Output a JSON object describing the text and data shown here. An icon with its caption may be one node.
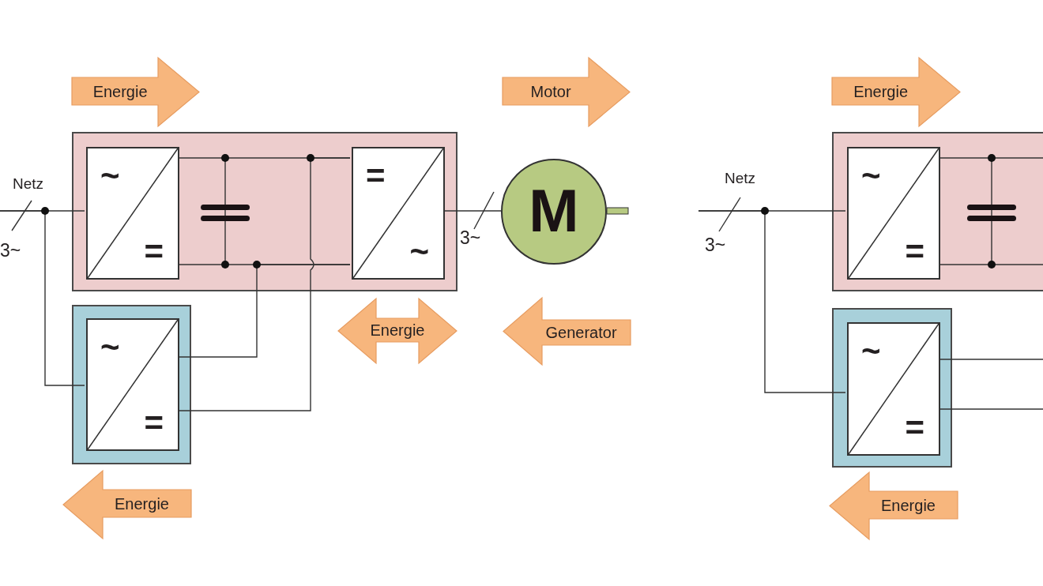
{
  "diagram": {
    "nodes": [
      {
        "text": [],
        "shape": "box"
      },
      {
        "text": [
          "~",
          "="
        ],
        "in": 0
      },
      {
        "text": [
          "=",
          "~"
        ],
        "in": 0
      },
      {
        "text": [
          "M"
        ]
      },
      {
        "text": [],
        "shape": "box"
      },
      {
        "text": [
          "~",
          "="
        ],
        "in": 4
      },
      {
        "text": [
          "Energie"
        ]
      },
      {
        "text": [
          "Motor"
        ]
      },
      {
        "text": [
          "Energie"
        ]
      },
      {
        "text": [
          "Generator"
        ]
      },
      {
        "text": [
          "Energie"
        ]
      },
      {
        "text": [],
        "shape": "box"
      },
      {
        "text": [
          "~",
          "="
        ],
        "in": 11
      },
      {
        "text": [],
        "shape": "box"
      },
      {
        "text": [
          "~",
          "="
        ],
        "in": 13
      },
      {
        "text": [
          "Energie"
        ]
      },
      {
        "text": [
          "Energie"
        ]
      }
    ],
    "edges": [
      {
        "from": null,
        "to": 1,
        "arrow": "none"
      },
      {
        "from": null,
        "to": 5,
        "arrow": "none"
      },
      {
        "from": 1,
        "to": 2,
        "arrow": "none"
      },
      {
        "from": 1,
        "to": 2,
        "arrow": "none"
      },
      {
        "from": 5,
        "to": 2,
        "arrow": "none"
      },
      {
        "from": 5,
        "to": 2,
        "arrow": "none"
      },
      {
        "from": 2,
        "to": 3,
        "arrow": "none"
      },
      {
        "from": null,
        "to": 12,
        "arrow": "none"
      },
      {
        "from": null,
        "to": 14,
        "arrow": "none"
      },
      {
        "from": 12,
        "to": null,
        "arrow": "none"
      },
      {
        "from": 12,
        "to": null,
        "arrow": "none"
      },
      {
        "from": 14,
        "to": null,
        "arrow": "none"
      },
      {
        "from": 14,
        "to": null,
        "arrow": "none"
      }
    ],
    "labels": [
      "Netz",
      "3~",
      "3~",
      "Netz",
      "3~"
    ]
  }
}
